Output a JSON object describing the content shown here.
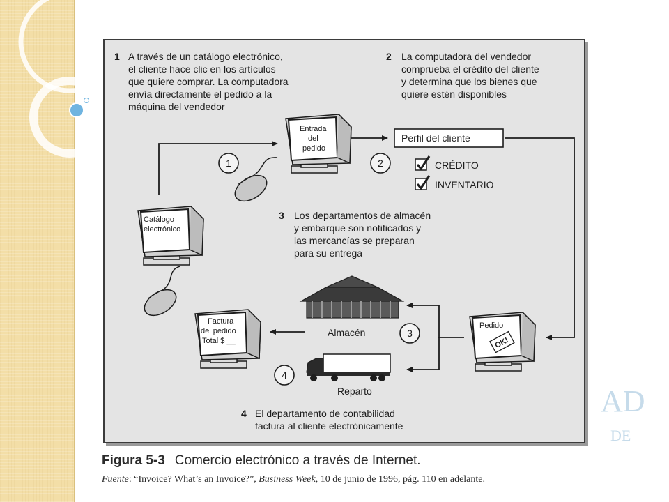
{
  "steps": {
    "s1": {
      "number": "1",
      "lines": [
        "A través de un catálogo electrónico,",
        "el cliente hace clic en los artículos",
        "que quiere comprar. La computadora",
        "envía directamente el pedido a la",
        "máquina del vendedor"
      ]
    },
    "s2": {
      "number": "2",
      "lines": [
        "La computadora del vendedor",
        "comprueba el crédito del cliente",
        "y determina que los bienes que",
        "quiere estén disponibles"
      ]
    },
    "s3": {
      "number": "3",
      "lines": [
        "Los departamentos de almacén",
        "y embarque son notificados y",
        "las mercancías se preparan",
        "para su entrega"
      ]
    },
    "s4": {
      "number": "4",
      "lines": [
        "El departamento de contabilidad",
        "factura al cliente electrónicamente"
      ]
    }
  },
  "computers": {
    "entrada": [
      "Entrada",
      "del",
      "pedido"
    ],
    "catalogo": [
      "Catálogo",
      "electrónico"
    ],
    "factura": [
      "Factura",
      "del pedido",
      "Total $ __"
    ],
    "pedido": [
      "Pedido"
    ],
    "stamp": "OK!"
  },
  "profile": {
    "title": "Perfil del cliente",
    "checks": [
      "CRÉDITO",
      "INVENTARIO"
    ]
  },
  "labels": {
    "almacen": "Almacén",
    "reparto": "Reparto"
  },
  "circles": [
    "1",
    "2",
    "3",
    "4"
  ],
  "caption": {
    "figure_label": "Figura 5-3",
    "title": "Comercio electrónico a través de Internet.",
    "source_prefix": "Fuente",
    "source_quote": ": “Invoice? What’s an Invoice?”, ",
    "source_pub": "Business Week",
    "source_rest": ", 10 de junio de 1996, pág. 110 en adelante."
  },
  "watermark": [
    "AD",
    "DE"
  ],
  "colors": {
    "stripe": "#f3dea7",
    "panel": "#e4e4e4",
    "ink": "#1d1d1d",
    "bubble": "#6fb4e0"
  }
}
